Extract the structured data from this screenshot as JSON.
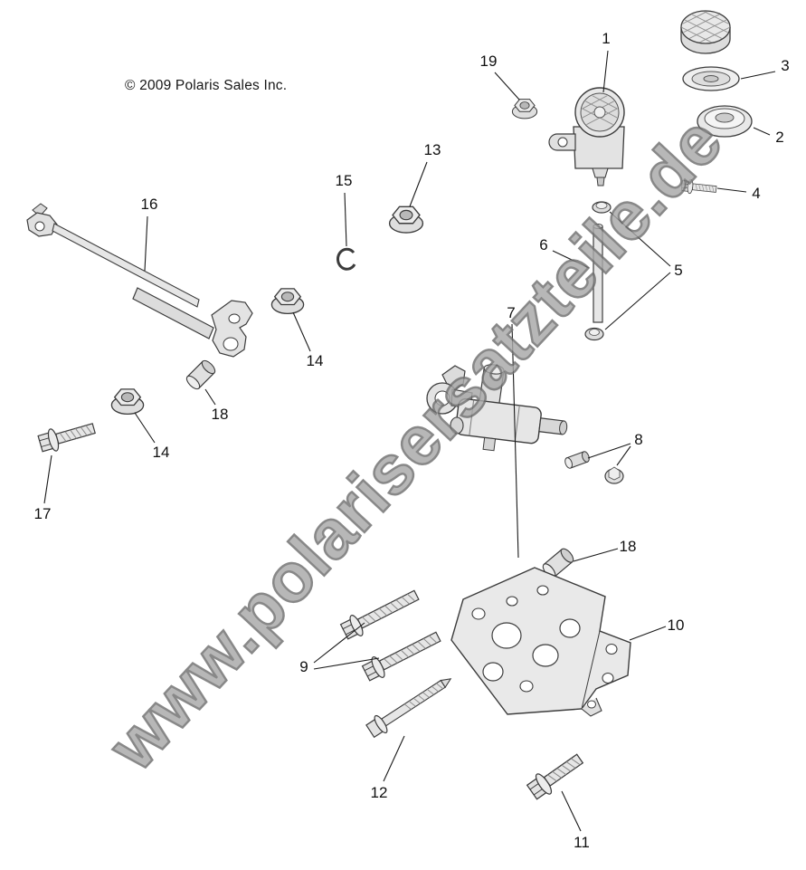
{
  "copyright": "© 2009 Polaris Sales Inc.",
  "watermark": "www.polarisersatzteile.de",
  "callouts": [
    {
      "label": "1"
    },
    {
      "label": "2"
    },
    {
      "label": "3"
    },
    {
      "label": "4"
    },
    {
      "label": "5"
    },
    {
      "label": "6"
    },
    {
      "label": "7"
    },
    {
      "label": "8"
    },
    {
      "label": "9"
    },
    {
      "label": "10"
    },
    {
      "label": "11"
    },
    {
      "label": "12"
    },
    {
      "label": "13"
    },
    {
      "label": "14"
    },
    {
      "label": "14"
    },
    {
      "label": "15"
    },
    {
      "label": "16"
    },
    {
      "label": "17"
    },
    {
      "label": "18"
    },
    {
      "label": "18"
    },
    {
      "label": "19"
    }
  ]
}
